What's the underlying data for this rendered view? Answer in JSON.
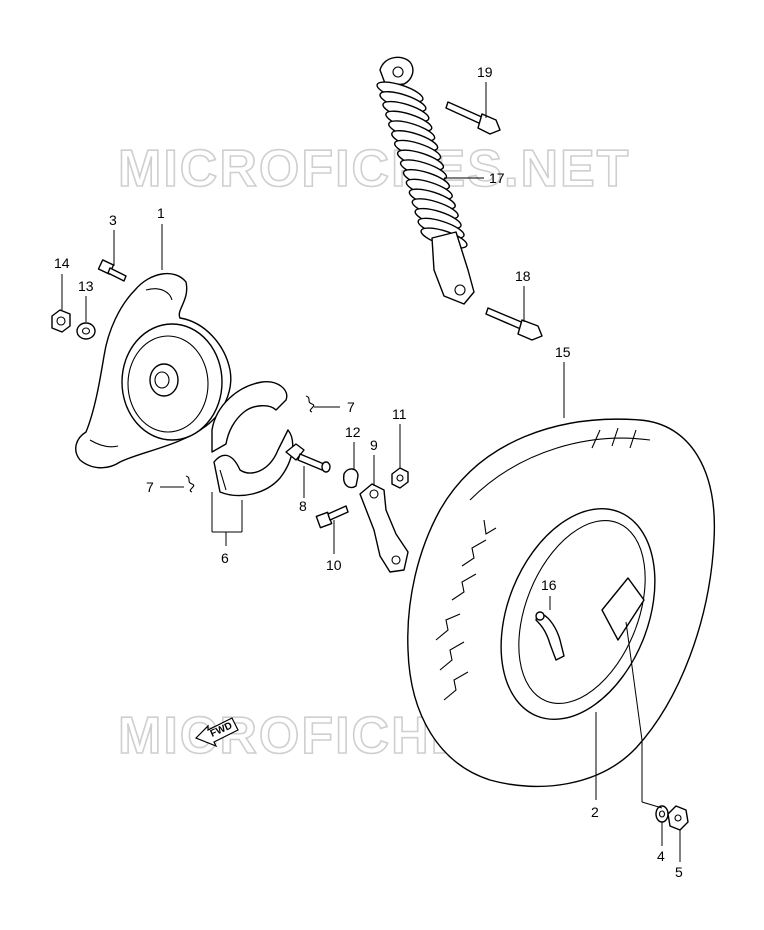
{
  "watermark": {
    "text": "MICROFICHES.NET"
  },
  "direction_marker": {
    "text": "FWD"
  },
  "callouts": [
    {
      "id": "c1",
      "text": "1"
    },
    {
      "id": "c3",
      "text": "3"
    },
    {
      "id": "c14",
      "text": "14"
    },
    {
      "id": "c13",
      "text": "13"
    },
    {
      "id": "c7a",
      "text": "7"
    },
    {
      "id": "c7b",
      "text": "7"
    },
    {
      "id": "c12",
      "text": "12"
    },
    {
      "id": "c9",
      "text": "9"
    },
    {
      "id": "c11",
      "text": "11"
    },
    {
      "id": "c8",
      "text": "8"
    },
    {
      "id": "c6",
      "text": "6"
    },
    {
      "id": "c10",
      "text": "10"
    },
    {
      "id": "c19",
      "text": "19"
    },
    {
      "id": "c17",
      "text": "17"
    },
    {
      "id": "c18",
      "text": "18"
    },
    {
      "id": "c15",
      "text": "15"
    },
    {
      "id": "c16",
      "text": "16"
    },
    {
      "id": "c2",
      "text": "2"
    },
    {
      "id": "c4",
      "text": "4"
    },
    {
      "id": "c5",
      "text": "5"
    }
  ]
}
